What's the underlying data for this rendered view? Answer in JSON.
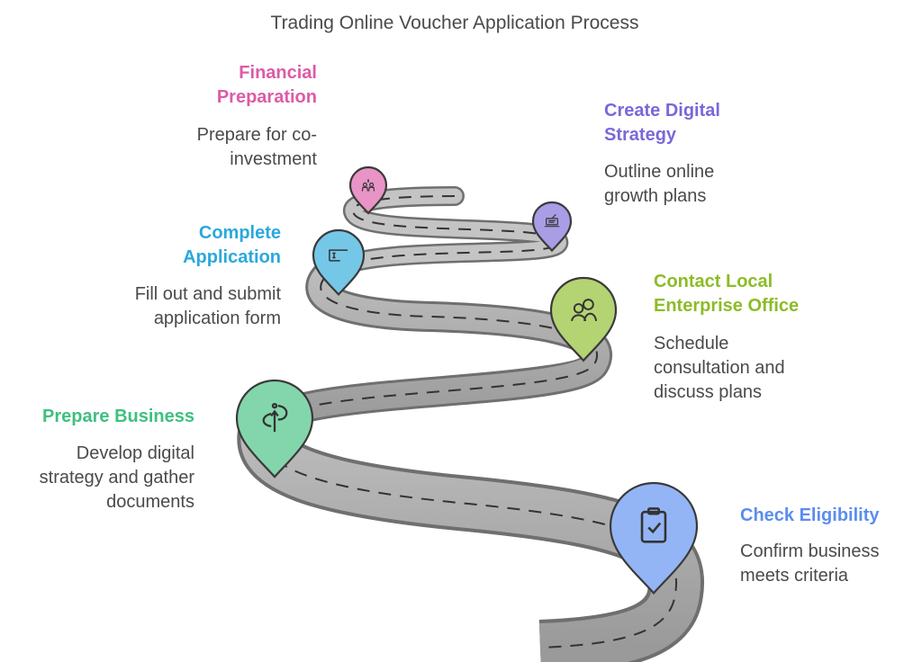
{
  "title": "Trading Online Voucher Application Process",
  "steps": [
    {
      "label": "Check Eligibility",
      "description": "Confirm business\nmeets criteria",
      "color": "#5b8def",
      "icon": "clipboard-check-icon"
    },
    {
      "label": "Prepare Business",
      "description": "Develop digital\nstrategy and gather\ndocuments",
      "color": "#40c080",
      "icon": "growth-path-icon"
    },
    {
      "label": "Contact Local\nEnterprise Office",
      "description": "Schedule\nconsultation and\ndiscuss plans",
      "color": "#8cbc28",
      "icon": "consultation-people-icon"
    },
    {
      "label": "Complete\nApplication",
      "description": "Fill out and submit\napplication form",
      "color": "#2aa9dc",
      "icon": "form-field-icon"
    },
    {
      "label": "Create Digital\nStrategy",
      "description": "Outline online\ngrowth plans",
      "color": "#7a68d8",
      "icon": "laptop-strategy-icon"
    },
    {
      "label": "Financial\nPreparation",
      "description": "Prepare for co-\ninvestment",
      "color": "#dc5ba8",
      "icon": "investment-people-icon"
    }
  ]
}
